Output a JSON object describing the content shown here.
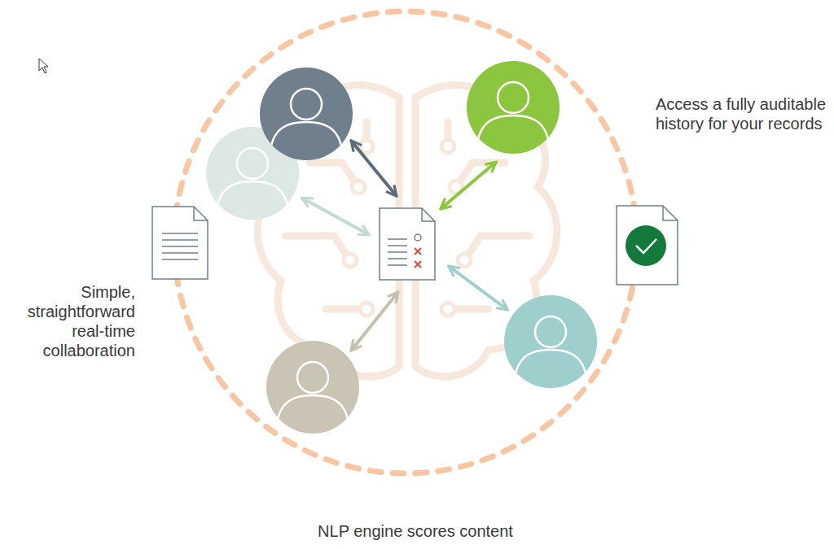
{
  "diagram": {
    "caption": "NLP engine scores content",
    "labels": [
      "Access a fully auditable history for your records",
      "Simple, straightforward real-time collaboration"
    ]
  }
}
